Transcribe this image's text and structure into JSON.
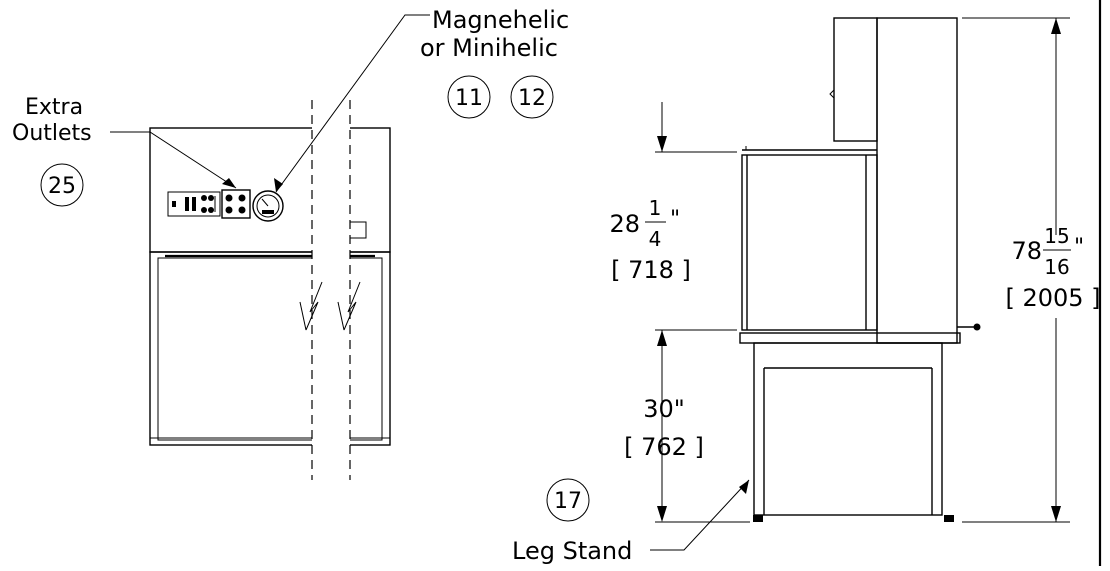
{
  "callouts": {
    "magnehelic": {
      "line1": "Magnehelic",
      "line2": "or Minihelic",
      "refs": [
        "11",
        "12"
      ]
    },
    "extra_outlets": {
      "line1": "Extra",
      "line2": "Outlets",
      "ref": "25"
    },
    "leg_stand": {
      "label": "Leg Stand",
      "ref": "17"
    }
  },
  "dimensions": {
    "work_area_height": {
      "whole": "28",
      "num": "1",
      "den": "4",
      "unit": "\"",
      "metric": "718"
    },
    "stand_height": {
      "imperial": "30\"",
      "metric": "762"
    },
    "overall_height": {
      "whole": "78",
      "num": "15",
      "den": "16",
      "unit": "\"",
      "metric": "2005"
    }
  }
}
